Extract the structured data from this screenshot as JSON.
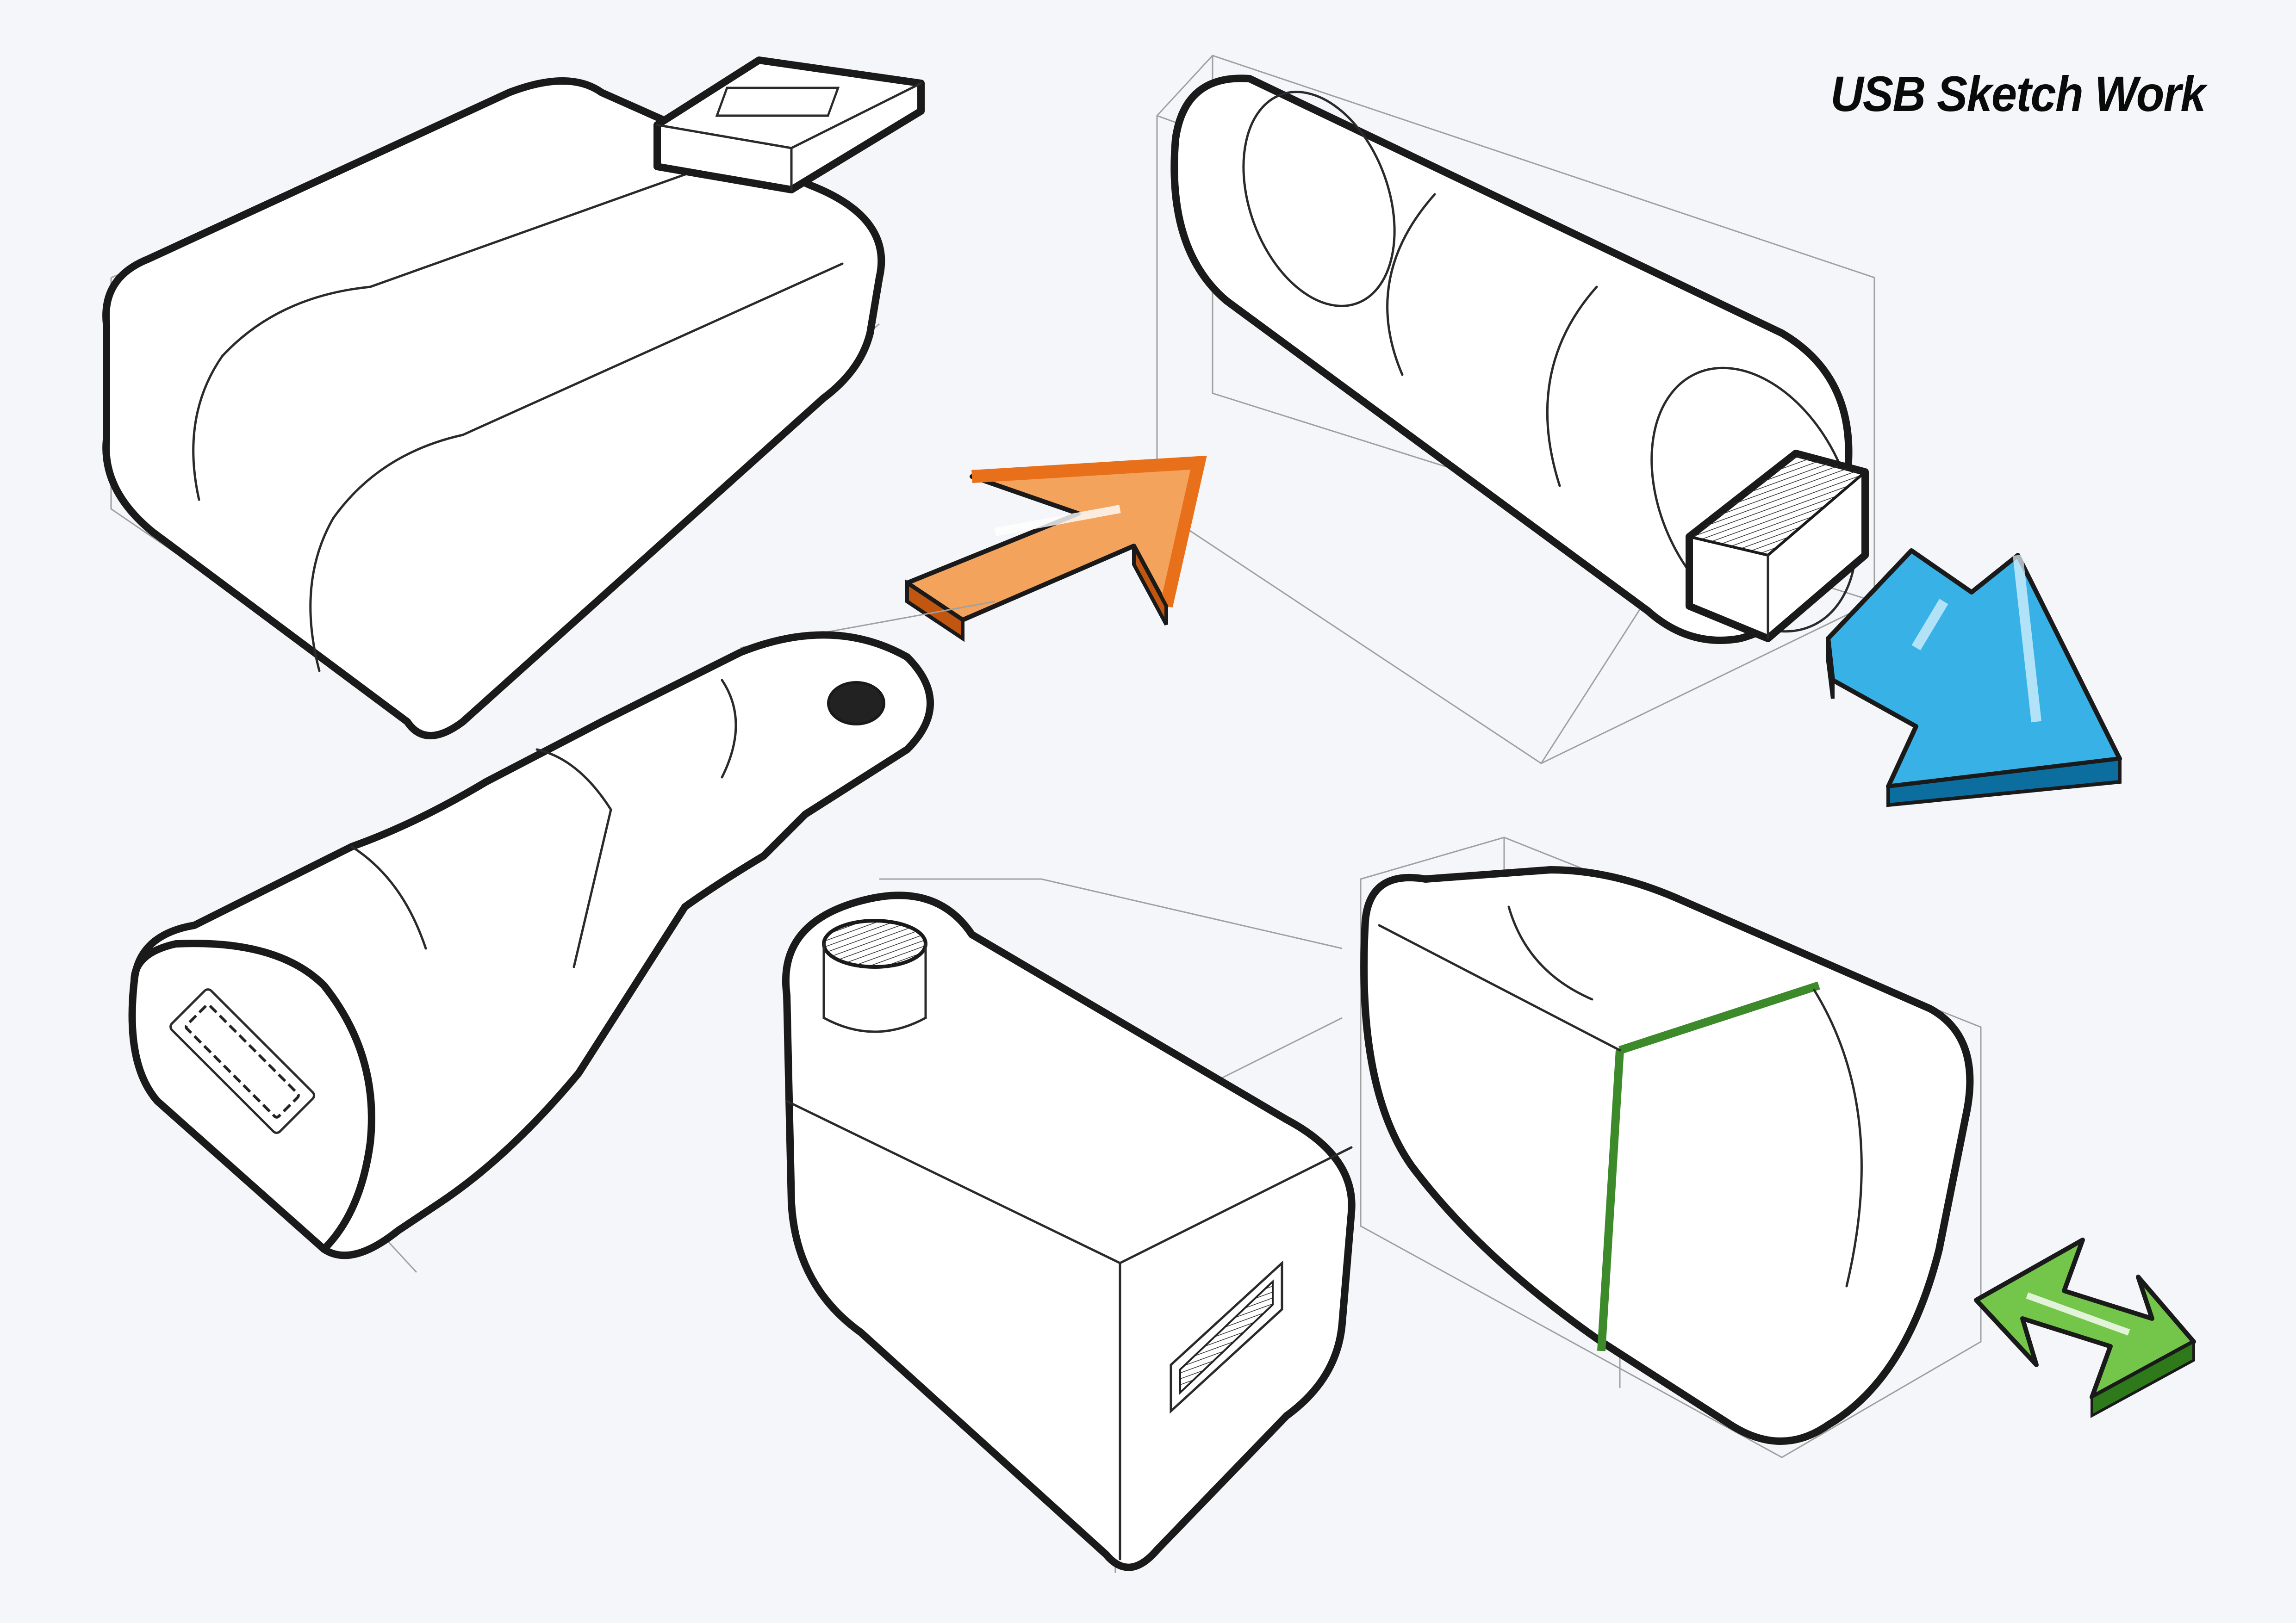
{
  "title": "USB Sketch Work",
  "colors": {
    "background": "#f5f6fa",
    "ink": "#1a1a1a",
    "construction_line": "#9a9a9a",
    "arrow_orange": "#e8701a",
    "arrow_blue": "#1aa0d8",
    "arrow_green": "#3fa82a",
    "accent_green_line": "#3c8a2a"
  },
  "sketches": [
    {
      "id": "usb-wedge-top-left",
      "description": "Wedge-shaped USB drive with connector plug"
    },
    {
      "id": "usb-cylinder-top-right",
      "description": "Cylindrical USB drive in construction box"
    },
    {
      "id": "usb-keyring-middle-left",
      "description": "Tapered USB drive with key ring hole"
    },
    {
      "id": "usb-triangle-bottom-middle",
      "description": "Triangular USB drive with cylindrical cap"
    },
    {
      "id": "usb-rounded-bottom-right",
      "description": "Rounded triangular USB drive with green seam"
    }
  ],
  "arrows": [
    {
      "id": "orange-arrow",
      "color": "orange",
      "direction": "up-right"
    },
    {
      "id": "blue-arrow",
      "color": "blue",
      "direction": "down-right"
    },
    {
      "id": "green-double-arrow",
      "color": "green",
      "direction": "bidirectional"
    }
  ]
}
